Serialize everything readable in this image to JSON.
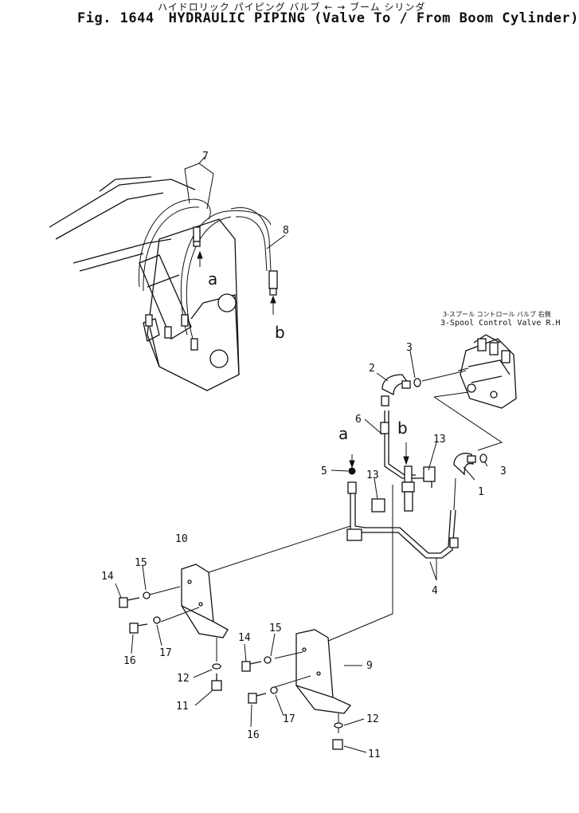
{
  "title": {
    "japanese": "ハイドロリック パイピング バルブ ← → ブーム シリンダ",
    "figure": "Fig. 1644",
    "text": "HYDRAULIC PIPING (Valve To / From Boom Cylinder)"
  },
  "control_valve": {
    "japanese": "3-スプール コントロール バルブ 右側",
    "english": "3-Spool Control Valve R.H"
  },
  "connection_letters": {
    "a": "a",
    "b": "b"
  },
  "callouts": [
    {
      "id": "c1",
      "num": "1"
    },
    {
      "id": "c2",
      "num": "2"
    },
    {
      "id": "c3a",
      "num": "3"
    },
    {
      "id": "c3b",
      "num": "3"
    },
    {
      "id": "c4",
      "num": "4"
    },
    {
      "id": "c5",
      "num": "5"
    },
    {
      "id": "c6",
      "num": "6"
    },
    {
      "id": "c7",
      "num": "7"
    },
    {
      "id": "c8",
      "num": "8"
    },
    {
      "id": "c9",
      "num": "9"
    },
    {
      "id": "c10",
      "num": "10"
    },
    {
      "id": "c11a",
      "num": "11"
    },
    {
      "id": "c11b",
      "num": "11"
    },
    {
      "id": "c12a",
      "num": "12"
    },
    {
      "id": "c12b",
      "num": "12"
    },
    {
      "id": "c13a",
      "num": "13"
    },
    {
      "id": "c13b",
      "num": "13"
    },
    {
      "id": "c14a",
      "num": "14"
    },
    {
      "id": "c14b",
      "num": "14"
    },
    {
      "id": "c15a",
      "num": "15"
    },
    {
      "id": "c15b",
      "num": "15"
    },
    {
      "id": "c16a",
      "num": "16"
    },
    {
      "id": "c16b",
      "num": "16"
    },
    {
      "id": "c17a",
      "num": "17"
    },
    {
      "id": "c17b",
      "num": "17"
    }
  ]
}
